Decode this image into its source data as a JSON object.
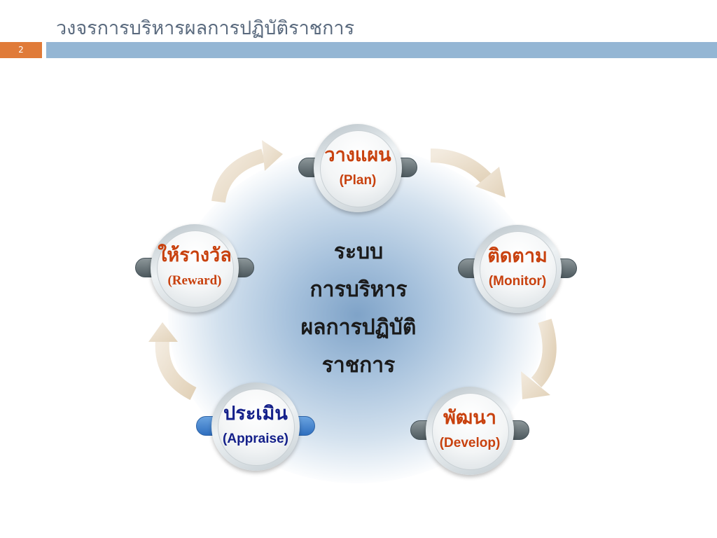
{
  "header": {
    "title": "วงจรการบริหารผลการปฏิบัติราชการ",
    "page_number": "2"
  },
  "center": {
    "lines": [
      "ระบบ",
      "การบริหาร",
      "ผลการปฏิบัติ",
      "ราชการ"
    ]
  },
  "nodes": {
    "plan": {
      "th": "วางแผน",
      "en": "(Plan)"
    },
    "monitor": {
      "th": "ติดตาม",
      "en": "(Monitor)"
    },
    "develop": {
      "th": "พัฒนา",
      "en": "(Develop)"
    },
    "appraise": {
      "th": "ประเมิน",
      "en": "(Appraise)"
    },
    "reward": {
      "th": "ให้รางวัล",
      "en": "(Reward)"
    }
  },
  "colors": {
    "accent_orange": "#e07b39",
    "header_bar": "#94b6d4",
    "label_red": "#c8410e",
    "label_navy": "#14208a",
    "arrow_fill": "#eadcc6"
  }
}
